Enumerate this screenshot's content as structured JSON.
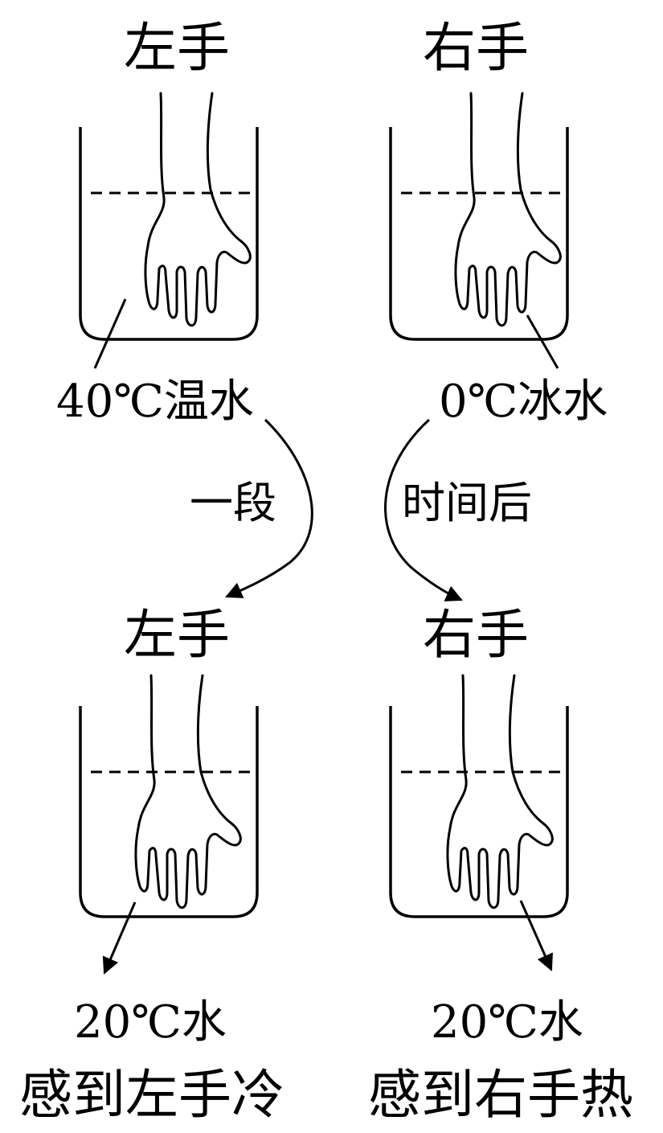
{
  "top_left": {
    "hand_label": "左手",
    "water_label": "40℃温水"
  },
  "top_right": {
    "hand_label": "右手",
    "water_label": "0℃冰水"
  },
  "transition": {
    "left_text": "一段",
    "right_text": "时间后"
  },
  "bottom_left": {
    "hand_label": "左手",
    "water_label": "20℃水",
    "feeling": "感到左手冷"
  },
  "bottom_right": {
    "hand_label": "右手",
    "water_label": "20℃水",
    "feeling": "感到右手热"
  },
  "colors": {
    "ink": "#000000",
    "background": "#ffffff"
  }
}
